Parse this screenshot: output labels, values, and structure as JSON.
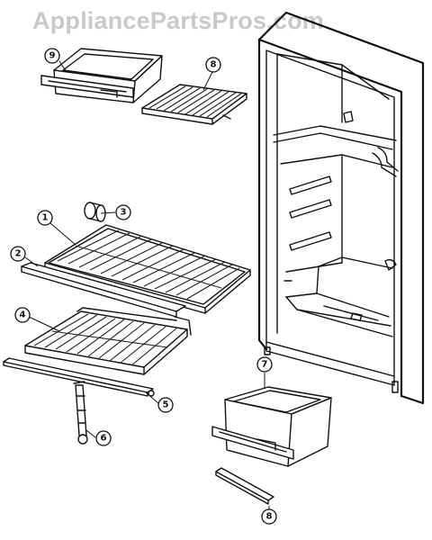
{
  "watermark": "AppliancePartsPros.com",
  "callouts": [
    {
      "id": "9",
      "label": "9"
    },
    {
      "id": "8",
      "label": "8"
    },
    {
      "id": "3",
      "label": "3"
    },
    {
      "id": "1",
      "label": "1"
    },
    {
      "id": "2",
      "label": "2"
    },
    {
      "id": "4",
      "label": "4"
    },
    {
      "id": "5",
      "label": "5"
    },
    {
      "id": "6",
      "label": "6"
    },
    {
      "id": "7",
      "label": "7"
    },
    {
      "id": "8b",
      "label": "8"
    }
  ]
}
